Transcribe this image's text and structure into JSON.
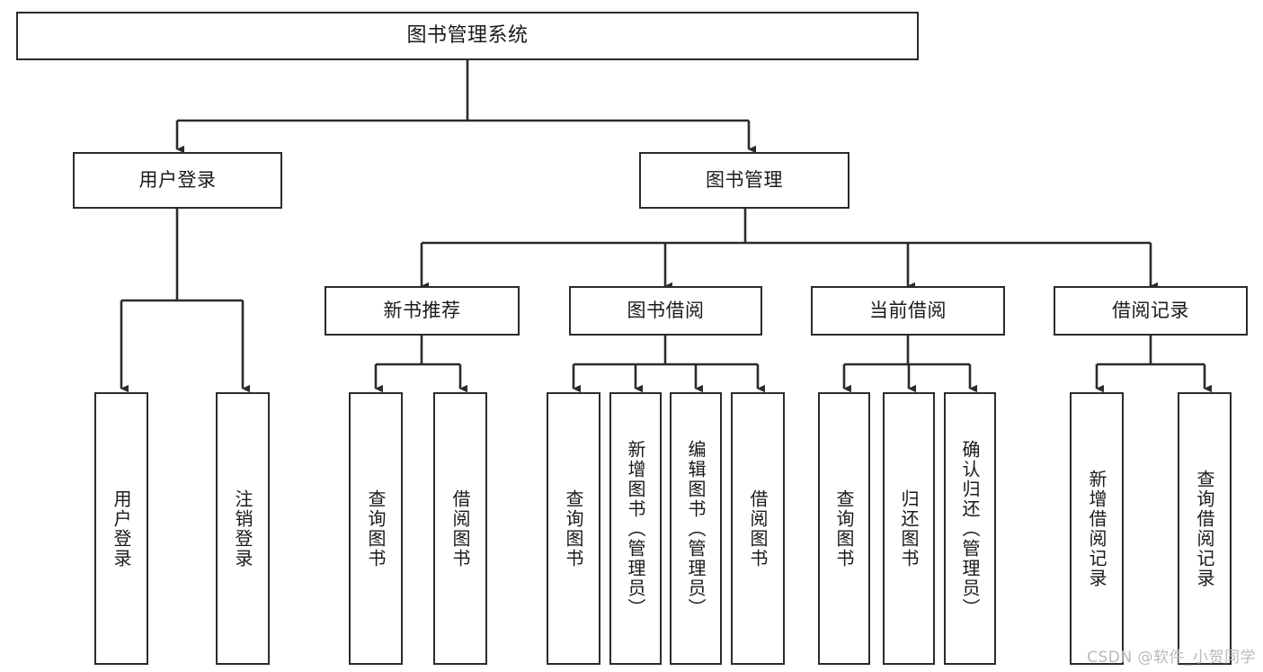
{
  "diagram": {
    "title": "图书管理系统",
    "type": "tree-structure-chart",
    "stroke_color": "#2b2b2b",
    "fill_color": "#ffffff",
    "text_color": "#1a1a1a"
  },
  "root": {
    "label": "图书管理系统"
  },
  "level2": [
    {
      "label": "用户登录"
    },
    {
      "label": "图书管理"
    }
  ],
  "level3": [
    {
      "label": "新书推荐"
    },
    {
      "label": "图书借阅"
    },
    {
      "label": "当前借阅"
    },
    {
      "label": "借阅记录"
    }
  ],
  "leaves": {
    "user_login": [
      {
        "label": "用户登录"
      },
      {
        "label": "注销登录"
      }
    ],
    "new_book_recommend": [
      {
        "label": "查询图书"
      },
      {
        "label": "借阅图书"
      }
    ],
    "book_borrow": [
      {
        "label": "查询图书"
      },
      {
        "label": "新增图书（管理员）"
      },
      {
        "label": "编辑图书（管理员）"
      },
      {
        "label": "借阅图书"
      }
    ],
    "current_borrow": [
      {
        "label": "查询图书"
      },
      {
        "label": "归还图书"
      },
      {
        "label": "确认归还（管理员）"
      }
    ],
    "borrow_record": [
      {
        "label": "新增借阅记录"
      },
      {
        "label": "查询借阅记录"
      }
    ]
  },
  "watermark": {
    "text": "CSDN @软件_小贺同学"
  }
}
